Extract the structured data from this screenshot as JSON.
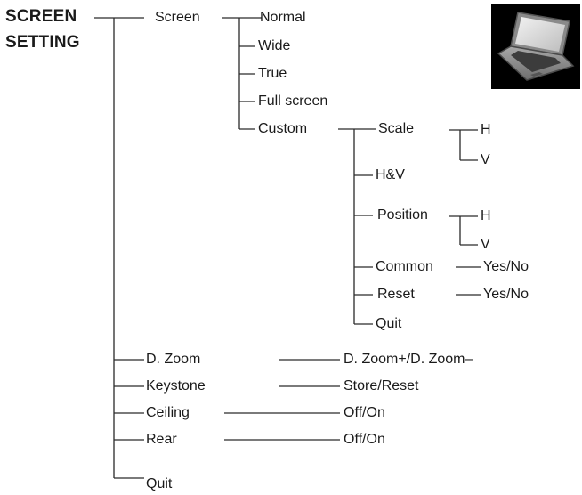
{
  "title": {
    "line1": "SCREEN",
    "line2": "SETTING"
  },
  "labels": {
    "screen": "Screen",
    "normal": "Normal",
    "wide": "Wide",
    "true": "True",
    "full_screen": "Full screen",
    "custom": "Custom",
    "scale": "Scale",
    "scale_h": "H",
    "scale_v": "V",
    "hv": "H&V",
    "position": "Position",
    "position_h": "H",
    "position_v": "V",
    "common": "Common",
    "common_value": "Yes/No",
    "reset": "Reset",
    "reset_value": "Yes/No",
    "custom_quit": "Quit",
    "dzoom": "D. Zoom",
    "dzoom_value": "D. Zoom+/D. Zoom–",
    "keystone": "Keystone",
    "keystone_value": "Store/Reset",
    "ceiling": "Ceiling",
    "ceiling_value": "Off/On",
    "rear": "Rear",
    "rear_value": "Off/On",
    "quit": "Quit"
  },
  "icon": {
    "name": "laptop-icon"
  }
}
